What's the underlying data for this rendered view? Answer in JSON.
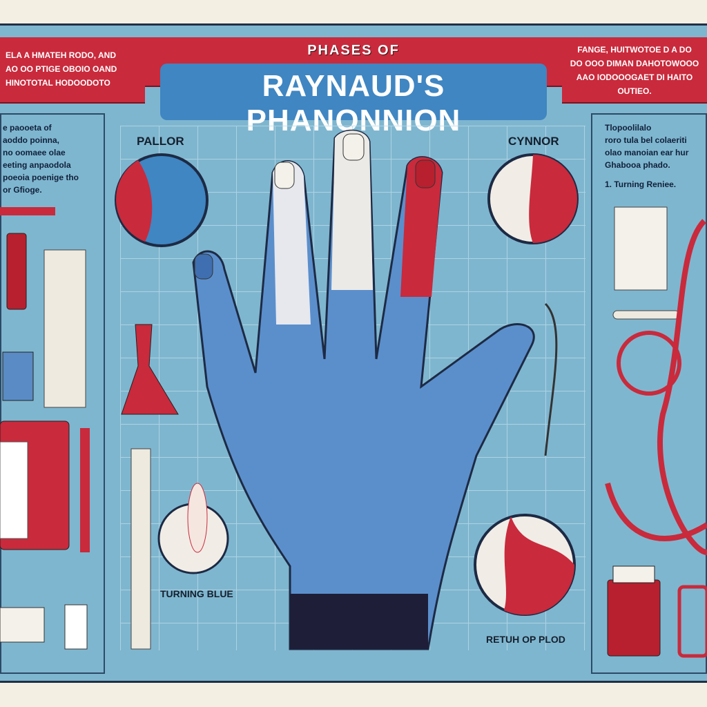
{
  "banner_left": [
    "ELA A HMATEH RODO, AND",
    "AO OO PTIGE OBOIO OAND",
    "HINOTOTAL HODOODOTO"
  ],
  "banner_right": [
    "FANGE, HUITWOTOE D A DO",
    "DO OOO DIMAN DAHOTOWOOO",
    "AAO IODOOOGAET DI HAITO",
    "OUTIEO."
  ],
  "subtitle": "PHASES OF",
  "title": "RAYNAUD'S PHANONNION",
  "left_text": [
    "e paooeta of",
    "aoddo poinna,",
    "no oomaee olae",
    "eeting anpaodola",
    "poeoia poenige tho",
    "or Gfioge."
  ],
  "right_text": [
    "Tlopoolilalo",
    "roro tula bel colaeriti",
    "olao manoian ear hur",
    "Ghabooa phado.",
    "1. Turning Reniee."
  ],
  "labels": {
    "pallor": "PALLOR",
    "cyanosis": "CYNNOR",
    "turning_blue": "TURNING BLUE",
    "return_blood": "RETUH OP PLOD"
  },
  "colors": {
    "red": "#c92a3c",
    "blue": "#3f86c2",
    "bg": "#7fb6cf"
  }
}
